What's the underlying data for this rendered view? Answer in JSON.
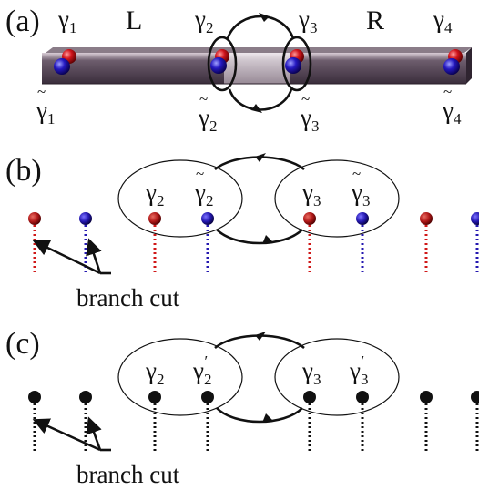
{
  "panels": [
    {
      "letter": "(a)",
      "top_labels": [
        "γ",
        "L",
        "γ",
        "γ",
        "R",
        "γ"
      ],
      "top_subs": [
        "1",
        "",
        "2",
        "3",
        "",
        "4"
      ],
      "bottom_labels": [
        "γ",
        "γ",
        "γ",
        "γ"
      ],
      "bottom_tildes": [
        "~",
        "~",
        "~",
        "~"
      ],
      "bottom_subs": [
        "1",
        "2",
        "3",
        "4"
      ],
      "colors": {
        "bar": "#5c4c5e",
        "bar_light": "#b8aab6",
        "red": "#c0141c",
        "blue": "#2418b0"
      }
    },
    {
      "letter": "(b)",
      "ellipse_labels": [
        "γ",
        "γ",
        "γ",
        "γ"
      ],
      "ellipse_subs": [
        "2",
        "2",
        "3",
        "3"
      ],
      "ellipse_tildes": [
        "",
        "~",
        "",
        "~"
      ],
      "branch_label": "branch cut",
      "dot_colors": [
        "red",
        "blue",
        "red",
        "blue",
        "red",
        "blue",
        "red",
        "blue"
      ]
    },
    {
      "letter": "(c)",
      "ellipse_labels": [
        "γ",
        "γ",
        "γ",
        "γ"
      ],
      "ellipse_subs": [
        "2",
        "2",
        "3",
        "3"
      ],
      "ellipse_primes": [
        "",
        "′",
        "",
        "′"
      ],
      "branch_label": "branch cut"
    }
  ]
}
